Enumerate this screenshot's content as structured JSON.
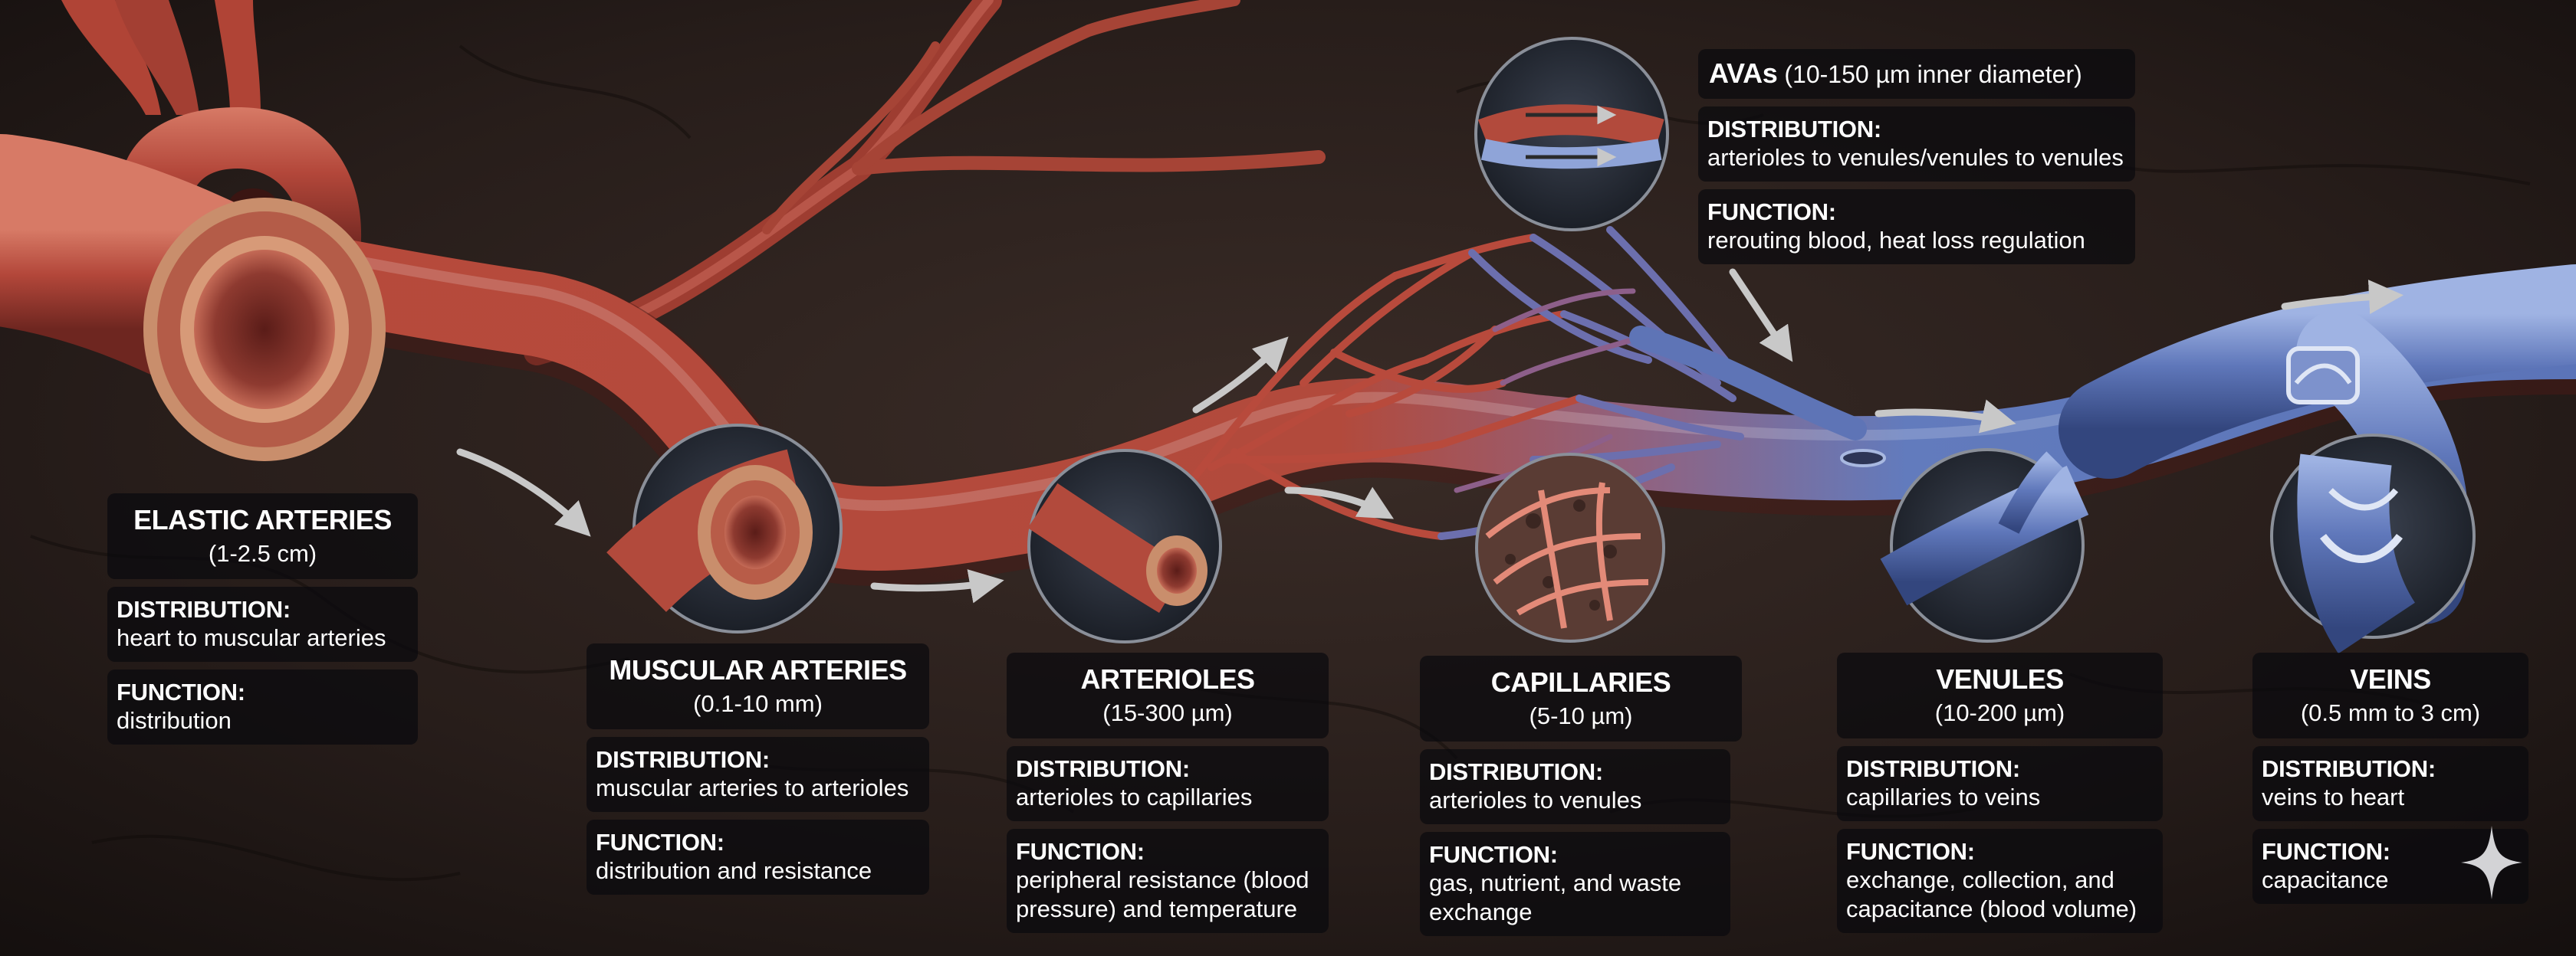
{
  "avas": {
    "title": "AVAs",
    "size": "(10-150 µm inner diameter)",
    "distribution_label": "DISTRIBUTION:",
    "distribution": "arterioles to venules/venules to venules",
    "function_label": "FUNCTION:",
    "function": "rerouting blood, heat loss regulation"
  },
  "vessels": [
    {
      "title": "ELASTIC ARTERIES",
      "size": "(1-2.5 cm)",
      "distribution_label": "DISTRIBUTION:",
      "distribution": "heart to muscular arteries",
      "function_label": "FUNCTION:",
      "function": "distribution"
    },
    {
      "title": "MUSCULAR ARTERIES",
      "size": "(0.1-10 mm)",
      "distribution_label": "DISTRIBUTION:",
      "distribution": "muscular arteries to arterioles",
      "function_label": "FUNCTION:",
      "function": "distribution and resistance"
    },
    {
      "title": "ARTERIOLES",
      "size": "(15-300 µm)",
      "distribution_label": "DISTRIBUTION:",
      "distribution": "arterioles to capillaries",
      "function_label": "FUNCTION:",
      "function_lines": [
        "peripheral resistance (blood",
        "pressure) and temperature"
      ]
    },
    {
      "title": "CAPILLARIES",
      "size": "(5-10 µm)",
      "distribution_label": "DISTRIBUTION:",
      "distribution": "arterioles to venules",
      "function_label": "FUNCTION:",
      "function_lines": [
        "gas, nutrient, and waste",
        "exchange"
      ]
    },
    {
      "title": "VENULES",
      "size": "(10-200 µm)",
      "distribution_label": "DISTRIBUTION:",
      "distribution": "capillaries to veins",
      "function_label": "FUNCTION:",
      "function_lines": [
        "exchange, collection, and",
        "capacitance (blood volume)"
      ]
    },
    {
      "title": "VEINS",
      "size": "(0.5 mm to 3 cm)",
      "distribution_label": "DISTRIBUTION:",
      "distribution": "veins to heart",
      "function_label": "FUNCTION:",
      "function": "capacitance"
    }
  ],
  "colors": {
    "background": "#1e1614",
    "artery": "#b24a3c",
    "artery_light": "#d9786a",
    "vein": "#5b74b8",
    "vein_light": "#8fa4d8",
    "panel": "#0a0a0e",
    "text": "#ffffff",
    "arrow": "#bdbdbd"
  }
}
